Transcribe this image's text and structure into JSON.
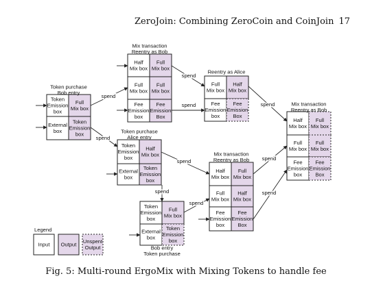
{
  "header": {
    "title": "ZeroJoin: Combining ZeroCoin and CoinJoin",
    "page_number": "17"
  },
  "caption": "Fig. 5: Multi-round ErgoMix with Mixing Tokens to handle fee",
  "diagram": {
    "titles": [
      {
        "id": "t1",
        "lines": [
          "Token purchase",
          "Bob entry"
        ]
      },
      {
        "id": "t2",
        "lines": [
          "Mix transaction",
          "Reentry as Bob"
        ]
      },
      {
        "id": "t3",
        "lines": [
          "Reentry as Alice"
        ]
      },
      {
        "id": "t4",
        "lines": [
          "Mix transaction",
          "Reentry as Bob"
        ]
      },
      {
        "id": "t5",
        "lines": [
          "Token purchase",
          "Alice entry"
        ]
      },
      {
        "id": "t6",
        "lines": [
          "Mix transaction",
          "Reentry as Bob"
        ]
      },
      {
        "id": "t7",
        "lines": [
          "Bob entry",
          "Token purchase"
        ]
      }
    ],
    "boxes": [
      {
        "id": "b1a",
        "lines": [
          "Token",
          "Emission",
          "box"
        ],
        "kind": "input"
      },
      {
        "id": "b1b",
        "lines": [
          "Full",
          "Mix box"
        ],
        "kind": "output"
      },
      {
        "id": "b1c",
        "lines": [
          "External",
          "box"
        ],
        "kind": "input"
      },
      {
        "id": "b1d",
        "lines": [
          "Token",
          "Emission",
          "box"
        ],
        "kind": "output"
      },
      {
        "id": "b2a",
        "lines": [
          "Half",
          "Mix box"
        ],
        "kind": "input"
      },
      {
        "id": "b2b",
        "lines": [
          "Full",
          "Mix box"
        ],
        "kind": "output"
      },
      {
        "id": "b2c",
        "lines": [
          "Full",
          "Mix box"
        ],
        "kind": "input"
      },
      {
        "id": "b2d",
        "lines": [
          "Full",
          "Mix box"
        ],
        "kind": "output"
      },
      {
        "id": "b2e",
        "lines": [
          "Fee",
          "Emission",
          "box"
        ],
        "kind": "input"
      },
      {
        "id": "b2f",
        "lines": [
          "Fee",
          "Emission",
          "Box"
        ],
        "kind": "output"
      },
      {
        "id": "b3a",
        "lines": [
          "Full",
          "Mix box"
        ],
        "kind": "input"
      },
      {
        "id": "b3b",
        "lines": [
          "Half",
          "Mix box"
        ],
        "kind": "output"
      },
      {
        "id": "b3c",
        "lines": [
          "Fee",
          "Emission",
          "box"
        ],
        "kind": "input"
      },
      {
        "id": "b3d",
        "lines": [
          "Fee",
          "Emission",
          "Box"
        ],
        "kind": "unspent"
      },
      {
        "id": "b4a",
        "lines": [
          "Half",
          "Mix box"
        ],
        "kind": "input"
      },
      {
        "id": "b4b",
        "lines": [
          "Full",
          "Mix box"
        ],
        "kind": "unspent"
      },
      {
        "id": "b4c",
        "lines": [
          "Full",
          "Mix box"
        ],
        "kind": "input"
      },
      {
        "id": "b4d",
        "lines": [
          "Full",
          "Mix box"
        ],
        "kind": "unspent"
      },
      {
        "id": "b4e",
        "lines": [
          "Fee",
          "Emission",
          "box"
        ],
        "kind": "input"
      },
      {
        "id": "b4f",
        "lines": [
          "Fee",
          "Emission",
          "Box"
        ],
        "kind": "unspent"
      },
      {
        "id": "b5a",
        "lines": [
          "Token",
          "Emission",
          "box"
        ],
        "kind": "input"
      },
      {
        "id": "b5b",
        "lines": [
          "Half",
          "Mix box"
        ],
        "kind": "output"
      },
      {
        "id": "b5c",
        "lines": [
          "External",
          "box"
        ],
        "kind": "input"
      },
      {
        "id": "b5d",
        "lines": [
          "Token",
          "Emission",
          "box"
        ],
        "kind": "output"
      },
      {
        "id": "b6a",
        "lines": [
          "Half",
          "Mix box"
        ],
        "kind": "input"
      },
      {
        "id": "b6b",
        "lines": [
          "Full",
          "Mix box"
        ],
        "kind": "output"
      },
      {
        "id": "b6c",
        "lines": [
          "Full",
          "Mix box"
        ],
        "kind": "input"
      },
      {
        "id": "b6d",
        "lines": [
          "Half",
          "Mix box"
        ],
        "kind": "output"
      },
      {
        "id": "b6e",
        "lines": [
          "Fee",
          "Emission",
          "box"
        ],
        "kind": "input"
      },
      {
        "id": "b6f",
        "lines": [
          "Fee",
          "Emission",
          "Box"
        ],
        "kind": "output"
      },
      {
        "id": "b7a",
        "lines": [
          "Token",
          "Emission",
          "box"
        ],
        "kind": "input"
      },
      {
        "id": "b7b",
        "lines": [
          "Full",
          "Mix box"
        ],
        "kind": "output"
      },
      {
        "id": "b7c",
        "lines": [
          "External",
          "box"
        ],
        "kind": "input"
      },
      {
        "id": "b7d",
        "lines": [
          "Token",
          "Emission",
          "box"
        ],
        "kind": "unspent"
      }
    ],
    "spend_label": "spend",
    "legend": {
      "title": "Legend",
      "items": [
        {
          "id": "L1",
          "lines": [
            "Input"
          ],
          "kind": "input"
        },
        {
          "id": "L2",
          "lines": [
            "Output"
          ],
          "kind": "output"
        },
        {
          "id": "L3",
          "lines": [
            "Unspent",
            "Output"
          ],
          "kind": "unspent"
        }
      ]
    },
    "colors": {
      "output_fill": "#e4d7ea",
      "input_fill": "#ffffff",
      "stroke": "#222222"
    }
  }
}
